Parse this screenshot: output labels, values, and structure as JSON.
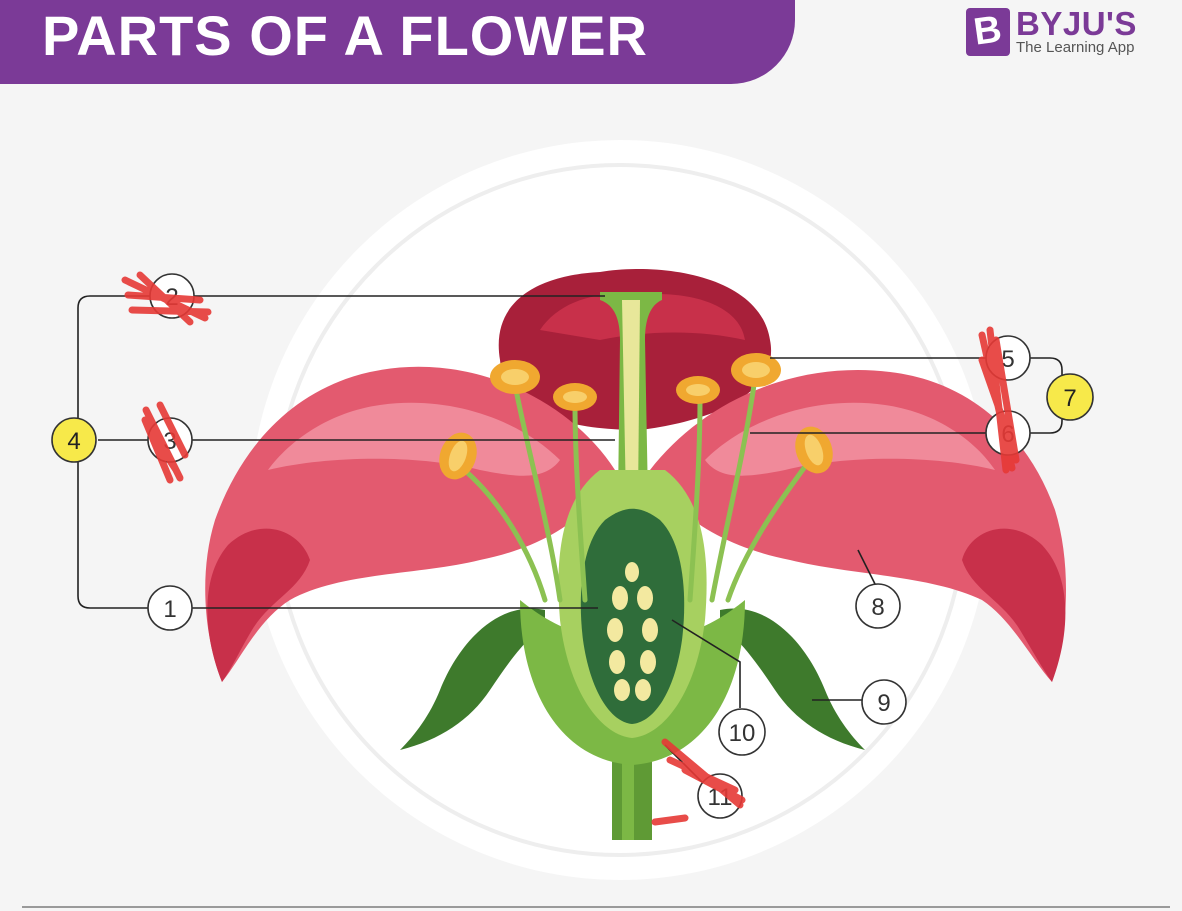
{
  "header": {
    "title": "PARTS OF A FLOWER",
    "logo_letter": "B",
    "brand_name": "BYJU'S",
    "brand_tagline": "The Learning App",
    "banner_color": "#7b3a97"
  },
  "labels": {
    "l1": "1",
    "l2_top": "2",
    "l3": "3",
    "l4": "4",
    "l5_top": "5",
    "l6_bottom": "6",
    "l7": "7",
    "l8": "8",
    "l9": "9",
    "l10": "10",
    "l11": "11"
  },
  "colors": {
    "petal": "#e35a6f",
    "petal_dark": "#c8304a",
    "inner_petal": "#a8203a",
    "stem": "#5f9a35",
    "sepal": "#3e7a2c",
    "ovary": "#2f6d3a",
    "ovule": "#f3e9a0",
    "anther": "#f0a830",
    "highlight_circle": "#f7e94a",
    "scribble": "#e53935"
  }
}
